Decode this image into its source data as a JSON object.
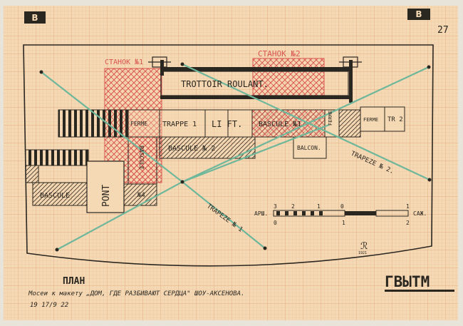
{
  "sheet": {
    "corner_mark": "B",
    "page_number": "27"
  },
  "plan_labels": {
    "machine_1": "СТАНОК №1",
    "machine_2": "СТАНОК №2",
    "trottoir": "TROTTOIR ROULANT.",
    "ferme_left": "FERME",
    "trappe": "TRAPPE 1",
    "lift": "LI FT.",
    "bascule_1": "BASCULE №1",
    "ferme_mid": "FERME",
    "ferme_right": "FERME",
    "tr2": "TR 2",
    "bascule_2": "BASCULE № 2",
    "balcon": "BALCON.",
    "bascule_left": "BASCULE",
    "pont": "PONT",
    "bascule_vertical": "BASCULE",
    "n4": "№4",
    "trapeze_2": "TRAPEZE № 2.",
    "trapeze_1": "TRAPEZE № 1",
    "monogram": "ℛ",
    "year_mark": "1921"
  },
  "scale": {
    "left_unit": "АРШ.",
    "right_unit": "САЖ.",
    "top_ticks": [
      "3",
      "2",
      "1",
      "0",
      "1"
    ],
    "bottom_ticks": [
      "0",
      "1",
      "2"
    ]
  },
  "caption": {
    "title": "ПЛАН",
    "subtitle": "Мосеи к макету „ДОМ, ГДЕ РАЗБИВАЮТ СЕРДЦА\" ШОУ-АКСЕНОВА.",
    "date": "19 17/9 22",
    "stamp": "ГВЫТМ"
  },
  "colors": {
    "paper": "#f5d9b4",
    "grid": "#e7b98f",
    "ink": "#2a2620",
    "red": "#d9534f",
    "green": "#6fb79b"
  }
}
